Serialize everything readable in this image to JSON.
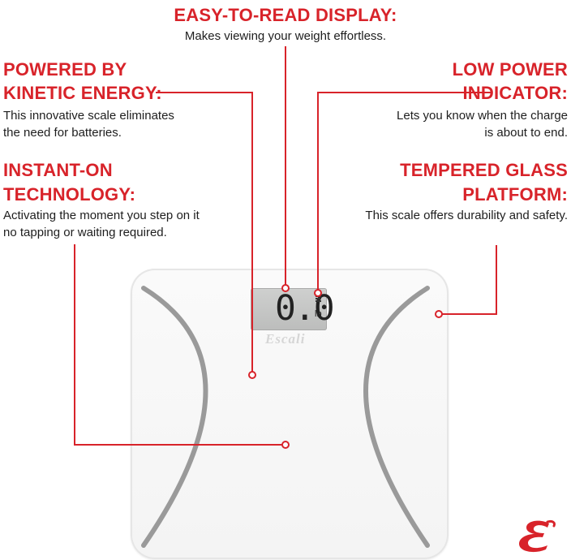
{
  "callouts": {
    "display": {
      "title": "EASY-TO-READ DISPLAY:",
      "desc": "Makes viewing your weight effortless."
    },
    "kinetic": {
      "title_line1": "POWERED BY",
      "title_line2": "KINETIC ENERGY:",
      "desc_line1": "This innovative scale eliminates",
      "desc_line2": "the need for batteries."
    },
    "low_power": {
      "title_line1": "LOW POWER",
      "title_line2": "INDICATOR:",
      "desc_line1": "Lets you know when the charge",
      "desc_line2": "is about to end."
    },
    "instant_on": {
      "title_line1": "INSTANT-ON",
      "title_line2": "TECHNOLOGY:",
      "desc_line1": "Activating the moment you step on it",
      "desc_line2": "no tapping or waiting required."
    },
    "glass": {
      "title_line1": "TEMPERED GLASS",
      "title_line2": "PLATFORM:",
      "desc": "This scale offers durability and safety."
    }
  },
  "scale": {
    "display_reading": "0.0",
    "unit": "lb",
    "brand": "Escali"
  },
  "colors": {
    "accent": "#d8232a",
    "text": "#1e1e1e",
    "arc": "#9a9a9a"
  }
}
